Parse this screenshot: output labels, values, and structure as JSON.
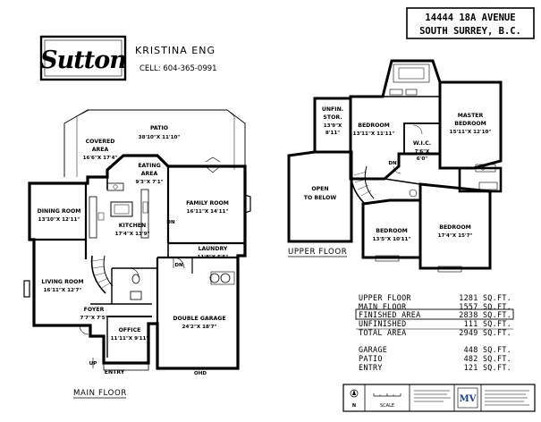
{
  "address": {
    "line1": "14444 18A AVENUE",
    "line2": "SOUTH SURREY, B.C."
  },
  "brand": {
    "logo": "Sutton",
    "agent": "KRISTINA ENG",
    "cell": "CELL: 604-365-0991"
  },
  "floors": {
    "main": {
      "label": "MAIN FLOOR",
      "rooms": [
        {
          "name": "PATIO",
          "dims": "38'10\"X 11'10\""
        },
        {
          "name": "COVERED AREA",
          "name1": "COVERED",
          "name2": "AREA",
          "dims": "16'6\"X 17'4\""
        },
        {
          "name": "EATING AREA",
          "name1": "EATING",
          "name2": "AREA",
          "dims": "9'3\"X 7'1\""
        },
        {
          "name": "DINING ROOM",
          "dims": "13'10\"X 12'11\""
        },
        {
          "name": "KITCHEN",
          "dims": "17'4\"X 13'9\""
        },
        {
          "name": "FAMILY ROOM",
          "dims": "16'11\"X 14'11\""
        },
        {
          "name": "LAUNDRY",
          "dims": "11'8\"X 5'5\""
        },
        {
          "name": "LIVING ROOM",
          "dims": "16'11\"X 12'7\""
        },
        {
          "name": "FOYER",
          "dims": "7'7\"X 7'5\""
        },
        {
          "name": "OFFICE",
          "dims": "11'11\"X 9'11\""
        },
        {
          "name": "DOUBLE GARAGE",
          "dims": "24'2\"X 18'7\""
        },
        {
          "name": "ENTRY"
        }
      ],
      "marks": {
        "dn": "DN",
        "up": "UP",
        "ohd": "OHD"
      }
    },
    "upper": {
      "label": "UPPER FLOOR",
      "rooms": [
        {
          "name": "UNFIN. STOR.",
          "name1": "UNFIN.",
          "name2": "STOR.",
          "dims": "13'9\"X",
          "dims2": "8'11\""
        },
        {
          "name": "BEDROOM",
          "dims": "13'11\"X 11'11\""
        },
        {
          "name": "MASTER BEDROOM",
          "name1": "MASTER",
          "name2": "BEDROOM",
          "dims": "15'11\"X 12'10\""
        },
        {
          "name": "W.I.C.",
          "dims": "7'6\"X",
          "dims2": "6'0\""
        },
        {
          "name": "OPEN TO BELOW",
          "name1": "OPEN",
          "name2": "TO BELOW"
        },
        {
          "name": "BEDROOM",
          "dims": "13'5\"X 10'11\""
        },
        {
          "name": "BEDROOM",
          "dims": "17'4\"X 15'7\""
        }
      ],
      "marks": {
        "dn": "DN"
      }
    }
  },
  "areas": [
    {
      "label": "UPPER FLOOR",
      "value": "1281 SQ.FT."
    },
    {
      "label": "MAIN FLOOR",
      "value": "1557 SQ.FT."
    },
    {
      "label": "FINISHED AREA",
      "value": "2838 SQ.FT.",
      "boxed": true
    },
    {
      "label": "UNFINISHED",
      "value": "111 SQ.FT."
    },
    {
      "label": "TOTAL AREA",
      "value": "2949 SQ.FT."
    },
    {
      "label": "GARAGE",
      "value": "448 SQ.FT."
    },
    {
      "label": "PATIO",
      "value": "482 SQ.FT."
    },
    {
      "label": "ENTRY",
      "value": "121 SQ.FT."
    }
  ],
  "footer": {
    "scale": "SCALE",
    "north": "N",
    "company_mark": "MV"
  }
}
